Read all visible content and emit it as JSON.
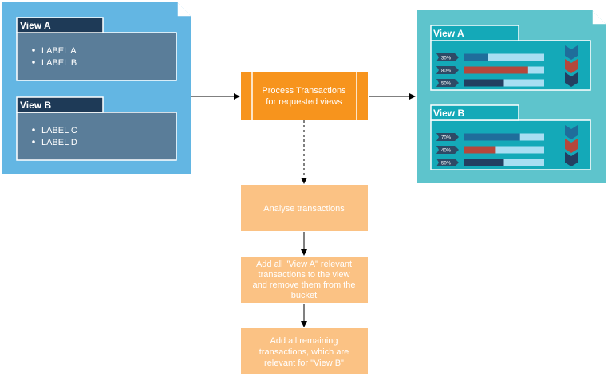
{
  "left_doc": {
    "panels": [
      {
        "title": "View A",
        "labels": [
          "LABEL A",
          "LABEL B"
        ]
      },
      {
        "title": "View B",
        "labels": [
          "LABEL C",
          "LABEL D"
        ]
      }
    ]
  },
  "process_box": {
    "lines": [
      "Process Transactions",
      "for requested views"
    ]
  },
  "steps": [
    {
      "lines": [
        "Analyse transactions"
      ]
    },
    {
      "lines": [
        "Add all \"View A\" relevant",
        "transactions to the view",
        "and remove them from the",
        "bucket"
      ]
    },
    {
      "lines": [
        "Add all remaining",
        "transactions, which are",
        "relevant for \"View B\""
      ]
    }
  ],
  "right_doc": {
    "panels": [
      {
        "title": "View A",
        "bars": [
          {
            "label": "30%",
            "value": 0.3,
            "color": "#1f6d9b"
          },
          {
            "label": "80%",
            "value": 0.8,
            "color": "#b5473b"
          },
          {
            "label": "50%",
            "value": 0.5,
            "color": "#233f61"
          }
        ]
      },
      {
        "title": "View B",
        "bars": [
          {
            "label": "70%",
            "value": 0.7,
            "color": "#1f6d9b"
          },
          {
            "label": "40%",
            "value": 0.4,
            "color": "#b5473b"
          },
          {
            "label": "50%",
            "value": 0.5,
            "color": "#233f61"
          }
        ]
      }
    ]
  },
  "colors": {
    "left_doc_fill": "#63b6e3",
    "right_doc_fill": "#5ec4cc",
    "dark_navy": "#1e3a57",
    "teal_header": "#14a9b8",
    "slate_panel": "#5a7d99",
    "process_orange": "#f7941d",
    "step_orange": "#fbc284",
    "track_light": "#a8def2"
  }
}
